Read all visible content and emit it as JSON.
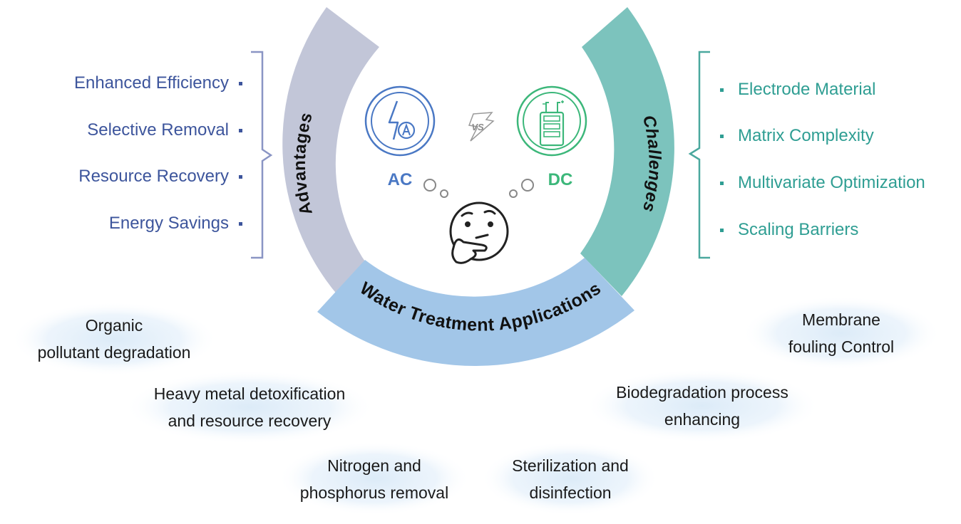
{
  "advantages": {
    "title": "Advantages",
    "items": [
      "Enhanced Efficiency",
      "Selective  Removal",
      "Resource Recovery",
      "Energy Savings"
    ]
  },
  "challenges": {
    "title": "Challenges",
    "items": [
      "Electrode Material",
      "Matrix Complexity",
      "Multivariate Optimization",
      "Scaling Barriers"
    ]
  },
  "center": {
    "ac_label": "AC",
    "dc_label": "DC",
    "vs_label": "VS"
  },
  "applications": {
    "title": "Water Treatment Applications",
    "items": [
      {
        "line1": "Organic",
        "line2": "pollutant degradation"
      },
      {
        "line1": "Heavy metal detoxification",
        "line2": "and resource recovery"
      },
      {
        "line1": "Nitrogen and",
        "line2": "phosphorus removal"
      },
      {
        "line1": "Sterilization and",
        "line2": "disinfection"
      },
      {
        "line1": "Biodegradation process",
        "line2": "enhancing"
      },
      {
        "line1": "Membrane",
        "line2": "fouling Control"
      }
    ]
  },
  "colors": {
    "advantages_arc": "#c2c6d8",
    "challenges_arc": "#7cc3bd",
    "applications_arc": "#a2c6e8",
    "ac": "#4a78c4",
    "dc": "#3cb77a",
    "advantage_text": "#3d559c",
    "challenge_text": "#2f9e93"
  }
}
